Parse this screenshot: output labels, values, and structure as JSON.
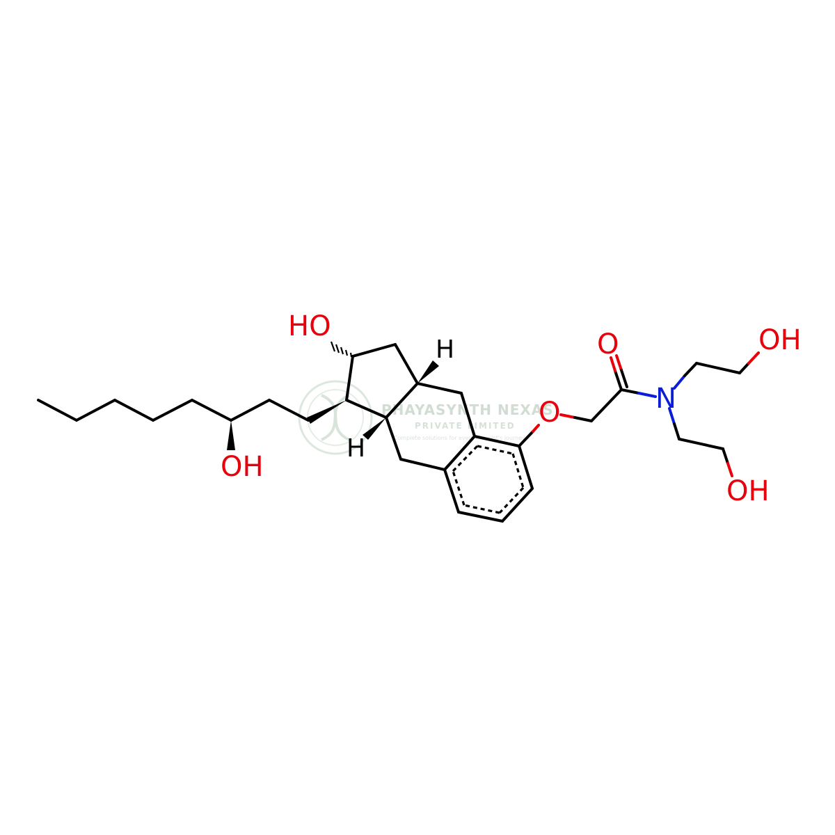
{
  "colors": {
    "bond": "#000000",
    "oxygen": "#e8000b",
    "nitrogen": "#0a1ed8",
    "hydrogen": "#000000",
    "watermark": "#c9d8cc"
  },
  "atom_labels": {
    "ring_hydroxyl": "HO",
    "chain_hydroxyl": "OH",
    "ether_oxygen": "O",
    "carbonyl_oxygen": "O",
    "amide_nitrogen": "N",
    "upper_hydroxyethyl_oh": "OH",
    "lower_hydroxyethyl_oh": "OH",
    "stereo_h_upper": "H",
    "stereo_h_lower": "H"
  },
  "watermark": {
    "name": "PHAYASYNTH NEXAS",
    "subtitle": "PRIVATE LIMITED",
    "tagline": "Complete solutions for every chemist's journey"
  }
}
